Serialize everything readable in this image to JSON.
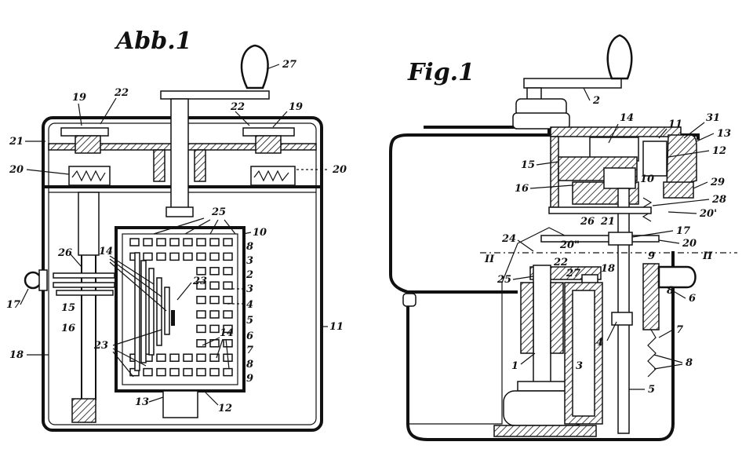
{
  "left_figure": {
    "title": "Abb.1",
    "labels": {
      "n27": "27",
      "n22a": "22",
      "n19a": "19",
      "n22b": "22",
      "n19b": "19",
      "n21": "21",
      "n20a": "20",
      "n20b": "20",
      "n25": "25",
      "n10": "10",
      "n14a": "14",
      "n26": "26",
      "n17": "17",
      "n15": "15",
      "n16": "16",
      "n18": "18",
      "n23a": "23",
      "n23b": "23",
      "n14b": "14",
      "n11": "11",
      "n13": "13",
      "n12": "12",
      "r8a": "8",
      "r3a": "3",
      "r2": "2",
      "r3b": "3",
      "r4a": "4",
      "r5": "5",
      "r6": "6",
      "r7": "7",
      "r8b": "8",
      "r9": "9"
    }
  },
  "right_figure": {
    "title": "Fig.1",
    "labels": {
      "n2": "2",
      "n14": "14",
      "n11": "11",
      "n31": "31",
      "n13": "13",
      "n12": "12",
      "n15": "15",
      "n16": "16",
      "n10": "10",
      "n29": "29",
      "n28": "28",
      "n20p": "20'",
      "n26": "26",
      "n21": "21",
      "n17": "17",
      "n24": "24",
      "n20pp": "20\"",
      "n20": "20",
      "nII_left": "II",
      "nII_right": "II",
      "n22": "22",
      "n9": "9",
      "n25": "25",
      "n27": "27",
      "n18": "18",
      "n6": "6",
      "n8a": "8",
      "n7": "7",
      "n4": "4",
      "n3": "3",
      "n8b": "8",
      "n1": "1",
      "n5": "5"
    }
  }
}
